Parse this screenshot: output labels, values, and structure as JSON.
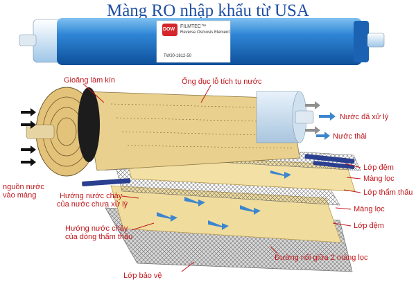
{
  "title": "Màng RO nhập khẩu từ USA",
  "product_label": {
    "brand_logo": "DOW",
    "line1": "FILMTEC™",
    "line2": "Reverse Osmosis Element",
    "model": "TW30-1812-50"
  },
  "labels": {
    "gioang": "Gioăng làm kín",
    "ong_duc": "Ống đục lỗ tích tụ nước",
    "nuoc_da_xu_ly": "Nước đã xử lý",
    "nuoc_thai": "Nước thải",
    "lop_dem_1": "Lớp đệm",
    "mang_loc_1": "Màng lọc",
    "lop_tham_thau": "Lớp thẩm thấu",
    "mang_loc_2": "Màng lọc",
    "lop_dem_2": "Lớp đệm",
    "nguon_nuoc_1": "nguồn nước",
    "nguon_nuoc_2": "vào màng",
    "huong_chua_xl_1": "Hướng nước chảy",
    "huong_chua_xl_2": "của nước chưa xử lý",
    "huong_tham_thau_1": "Hướng nước chảy",
    "huong_tham_thau_2": "của dòng thẩm thấu",
    "duong_noi": "Đường nối giữa 2 màng lọc",
    "lop_bao_ve": "Lớp bảo vệ"
  },
  "colors": {
    "title": "#1f4fa3",
    "label": "#c0161b",
    "cartridge_blue": "#2a7fd0",
    "membrane_yellow": "#f0dc9c",
    "flow_arrow_blue": "#3d86cf"
  }
}
